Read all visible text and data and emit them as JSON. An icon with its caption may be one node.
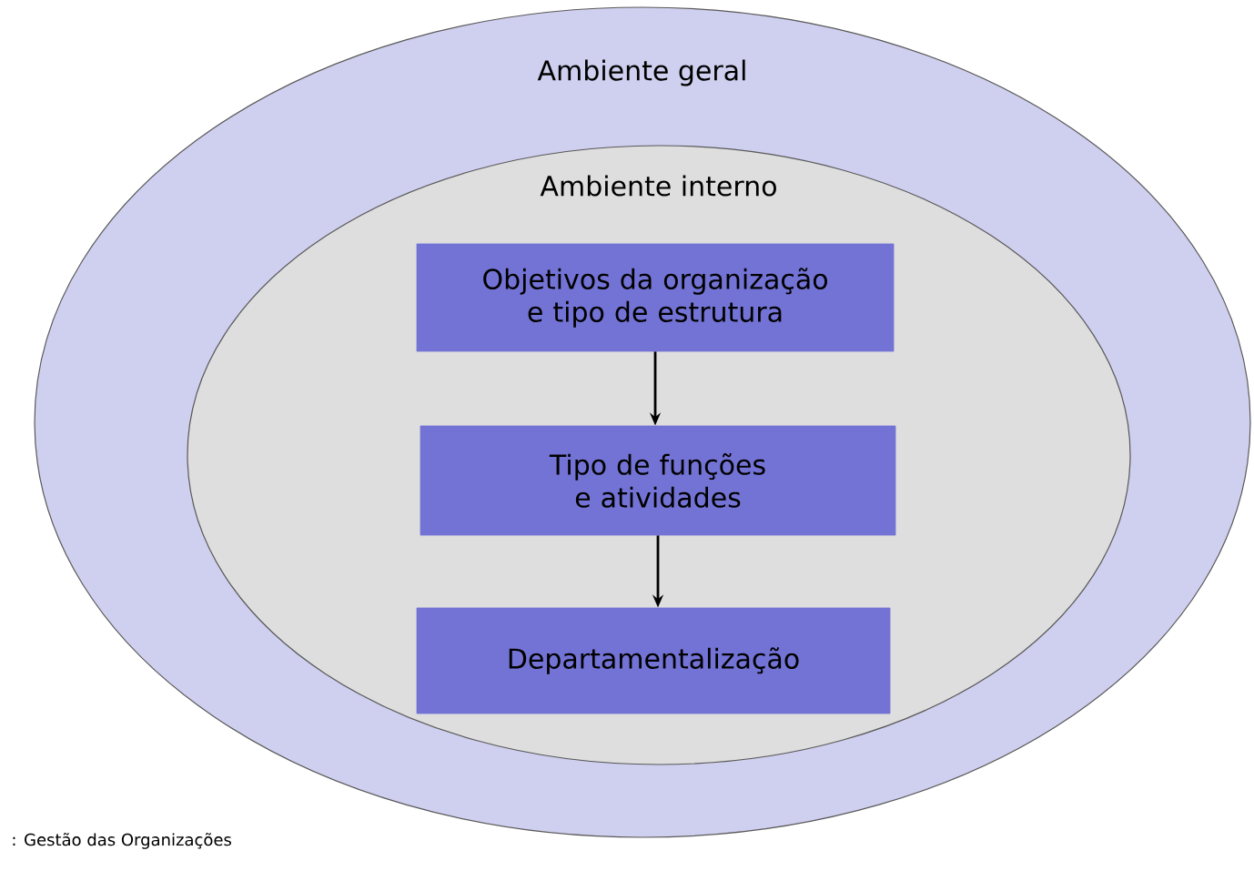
{
  "diagram": {
    "nodes": [
      {
        "text": [
          "Ambiente geral"
        ]
      },
      {
        "text": [
          "Ambiente interno"
        ],
        "in": 0
      },
      {
        "text": [
          "Objetivos da organização e tipo de estrutura"
        ],
        "in": 1
      },
      {
        "text": [
          "Tipo de funções e atividades"
        ],
        "in": 1
      },
      {
        "text": [
          "Departamentalização"
        ],
        "in": 1
      }
    ],
    "edges": [
      {
        "from": 2,
        "to": 3,
        "arrow": "to"
      },
      {
        "from": 3,
        "to": 4,
        "arrow": "to"
      }
    ],
    "labels": [
      ": Gestão das Organizações"
    ]
  }
}
